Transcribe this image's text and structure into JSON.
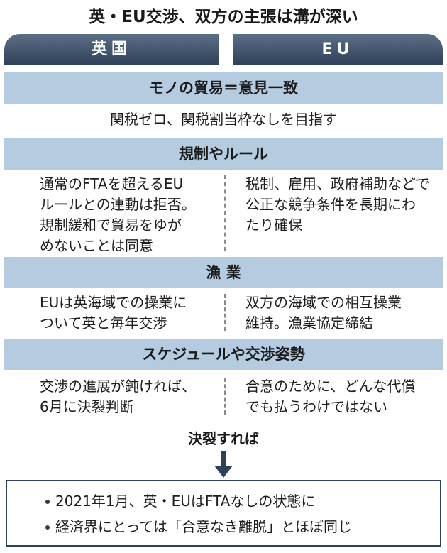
{
  "title": "英・EU交渉、双方の主張は溝が深い",
  "columns": {
    "left": "英国",
    "right": "EU"
  },
  "sections": {
    "goods": {
      "heading": "モノの貿易＝意見一致",
      "shared": "関税ゼロ、関税割当枠なしを目指す"
    },
    "regulation": {
      "heading": "規制やルール",
      "left": [
        "通常のFTAを超えるEU",
        "ルールとの連動は拒否。",
        "規制緩和で貿易をゆが",
        "めないことは同意"
      ],
      "right": [
        "税制、雇用、政府補助などで",
        "公正な競争条件を長期にわ",
        "たり確保"
      ]
    },
    "fishery": {
      "heading": "漁 業",
      "left": [
        "EUは英海域での操業に",
        "ついて英と毎年交渉"
      ],
      "right": [
        "双方の海域での相互操業",
        "維持。漁業協定締結"
      ]
    },
    "schedule": {
      "heading": "スケジュールや交渉姿勢",
      "left": [
        "交渉の進展が鈍ければ、",
        "6月に決裂判断"
      ],
      "right": [
        "合意のために、どんな代償",
        "でも払うわけではない"
      ]
    }
  },
  "outcome": {
    "label": "決裂すれば",
    "items": [
      "2021年1月、英・EUはFTAなしの状態に",
      "経済界にとっては「合意なき離脱」とほぼ同じ"
    ]
  },
  "colors": {
    "header": "#2f4059",
    "section": "#b4cbe0"
  },
  "icons": {
    "arrow": "down-arrow-icon",
    "bullet": "bullet-icon"
  }
}
